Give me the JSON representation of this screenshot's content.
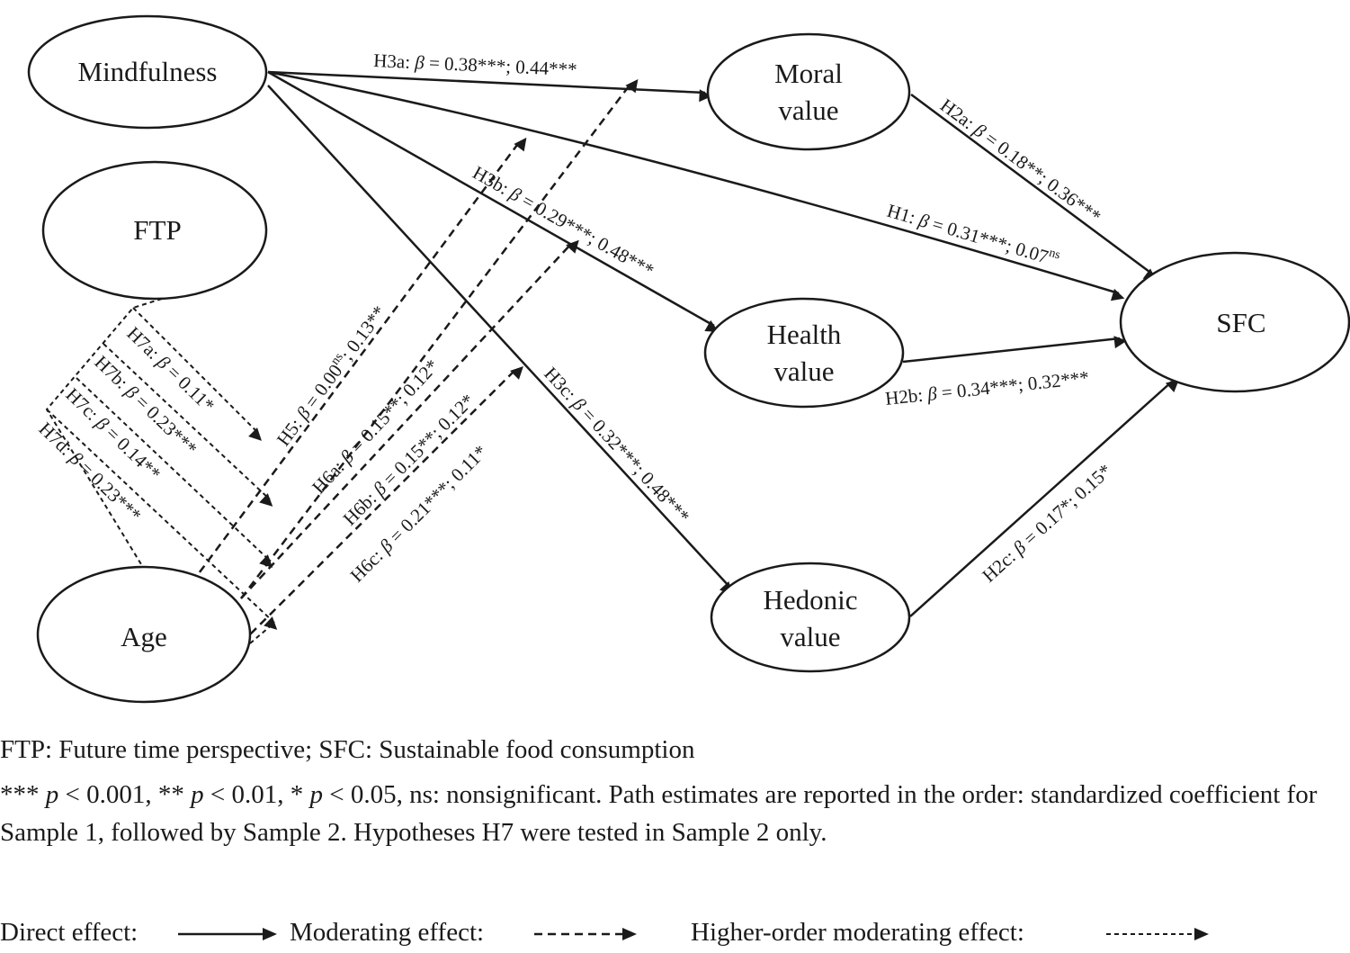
{
  "nodes": {
    "mindfulness": "Mindfulness",
    "ftp": "FTP",
    "age": "Age",
    "moral_1": "Moral",
    "moral_2": "value",
    "health_1": "Health",
    "health_2": "value",
    "hedonic_1": "Hedonic",
    "hedonic_2": "value",
    "sfc": "SFC"
  },
  "paths": {
    "h3a": {
      "pre": "H3a: ",
      "beta": "β",
      "post": " = 0.38***; 0.44***"
    },
    "h3b": {
      "pre": "H3b: ",
      "beta": "β",
      "post": " = 0.29***; 0.48***"
    },
    "h3c": {
      "pre": "H3c: ",
      "beta": "β",
      "post": " = 0.32***; 0.48***"
    },
    "h1": {
      "pre": "H1: ",
      "beta": "β",
      "post": " = 0.31***; 0.07",
      "sup": "ns"
    },
    "h2a": {
      "pre": "H2a: ",
      "beta": "β",
      "post": " = 0.18**; 0.36***"
    },
    "h2b": {
      "pre": "H2b: ",
      "beta": "β",
      "post": " = 0.34***; 0.32***"
    },
    "h2c": {
      "pre": "H2c: ",
      "beta": "β",
      "post": " = 0.17*; 0.15*"
    },
    "h5": {
      "pre": "H5: ",
      "beta": "β",
      "post": " = 0.00",
      "sup": "ns",
      "post2": "; 0.13**"
    },
    "h6a": {
      "pre": "H6a: ",
      "beta": "β",
      "post": " = 0.15**; 0.12*"
    },
    "h6b": {
      "pre": "H6b: ",
      "beta": "β",
      "post": " = 0.15**; 0.12*"
    },
    "h6c": {
      "pre": "H6c: ",
      "beta": "β",
      "post": " = 0.21***; 0.11*"
    },
    "h7a": {
      "pre": "H7a: ",
      "beta": "β",
      "post": " = 0.11*"
    },
    "h7b": {
      "pre": "H7b: ",
      "beta": "β",
      "post": " = 0.23***"
    },
    "h7c": {
      "pre": "H7c: ",
      "beta": "β",
      "post": " = 0.14**"
    },
    "h7d": {
      "pre": "H7d: ",
      "beta": "β",
      "post": " = 0.23***"
    }
  },
  "notes": {
    "abbrev": "FTP: Future time perspective; SFC: Sustainable food consumption",
    "sig_a": "*** ",
    "p1": "p",
    "sig_b": " < 0.001, ** ",
    "p2": "p",
    "sig_c": " < 0.01, * ",
    "p3": "p",
    "sig_d": " < 0.05, ns: nonsignificant. Path estimates are reported in the order: standardized coefficient for Sample 1, followed by Sample 2. Hypotheses H7 were tested in Sample 2 only."
  },
  "legend": {
    "direct": "Direct effect:",
    "moderating": "Moderating effect:",
    "higher": "Higher-order moderating effect:"
  }
}
